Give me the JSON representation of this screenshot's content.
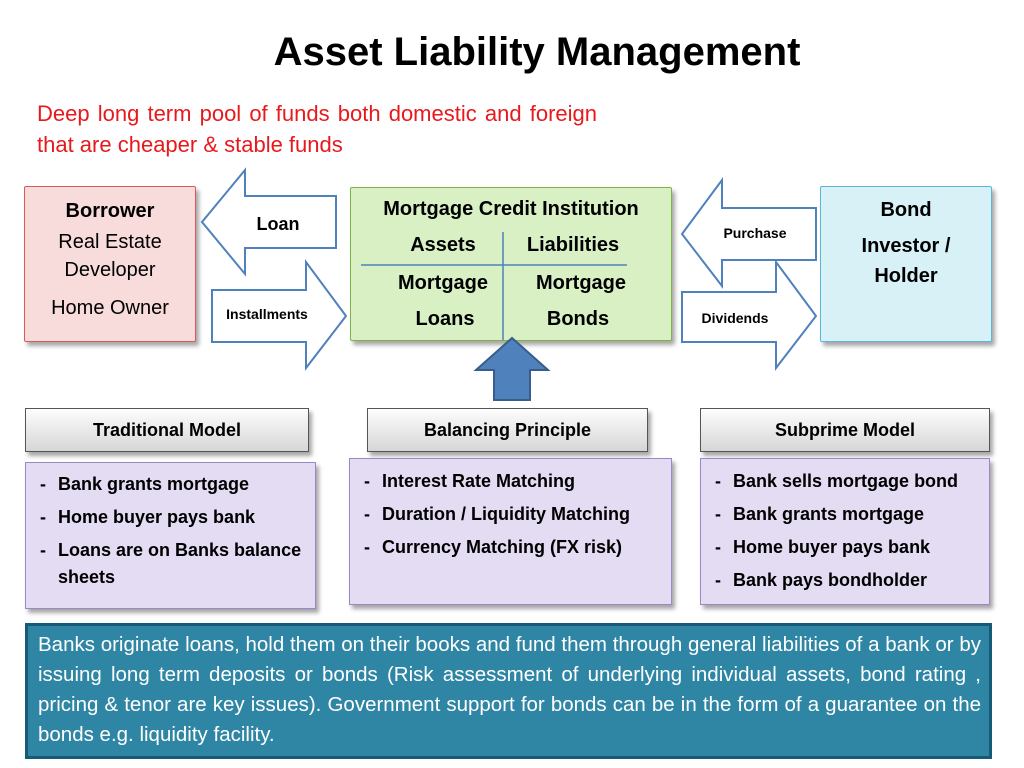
{
  "title": "Asset Liability Management",
  "subtitle": "Deep long term pool of funds both domestic and foreign that are cheaper & stable funds",
  "borrower": {
    "heading": "Borrower",
    "lines": [
      "Real Estate",
      "Developer",
      "Home Owner"
    ]
  },
  "institution": {
    "heading": "Mortgage Credit Institution",
    "assets_heading": "Assets",
    "liabilities_heading": "Liabilities",
    "assets_line1": "Mortgage",
    "assets_line2": "Loans",
    "liabilities_line1": "Mortgage",
    "liabilities_line2": "Bonds"
  },
  "bond": {
    "heading": "Bond",
    "lines": [
      "Investor /",
      "Holder"
    ]
  },
  "arrows": {
    "loan": "Loan",
    "installments": "Installments",
    "purchase": "Purchase",
    "dividends": "Dividends"
  },
  "models": {
    "traditional": {
      "heading": "Traditional Model",
      "items": [
        "Bank grants mortgage",
        "Home buyer pays bank",
        "Loans are on Banks balance sheets"
      ]
    },
    "balancing": {
      "heading": "Balancing Principle",
      "items": [
        "Interest Rate Matching",
        "Duration / Liquidity Matching",
        "Currency Matching (FX risk)"
      ]
    },
    "subprime": {
      "heading": "Subprime Model",
      "items": [
        "Bank sells mortgage bond",
        "Bank grants mortgage",
        "Home buyer pays bank",
        "Bank pays bondholder"
      ]
    }
  },
  "bottom_text": "Banks originate loans, hold them on their books and fund them through general liabilities of a bank or by issuing long term deposits or bonds (Risk assessment of underlying individual assets, bond rating , pricing & tenor are key issues). Government support for bonds can be in the form of a guarantee on the bonds e.g. liquidity facility.",
  "colors": {
    "subtitle": "#e8191c",
    "borrower_fill": "#f8dcdc",
    "institution_fill": "#d8f0c4",
    "bond_fill": "#d7f1f7",
    "list_fill": "#e4dcf3",
    "bottom_fill": "#2f86a4",
    "up_arrow_fill": "#4f81bd"
  }
}
